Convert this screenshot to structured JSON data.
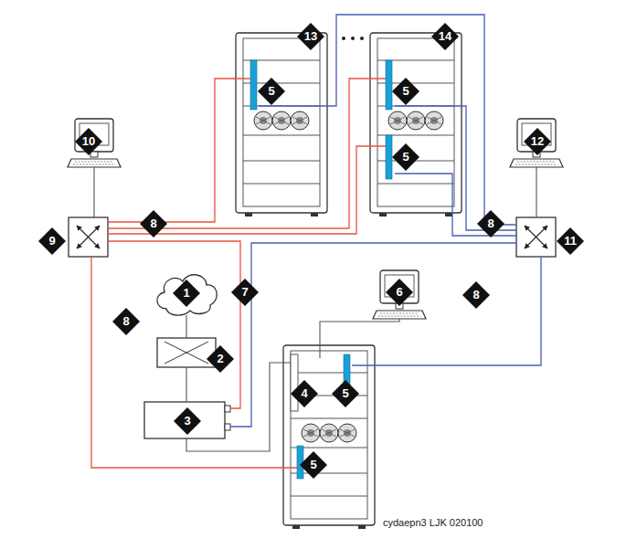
{
  "diagram": {
    "labels": [
      "13",
      "14",
      "5",
      "5",
      "5",
      "10",
      "12",
      "8",
      "9",
      "11",
      "8",
      "1",
      "7",
      "8",
      "2",
      "6",
      "8",
      "3",
      "4",
      "5",
      "5",
      "cydaepn3 LJK 020100"
    ]
  }
}
